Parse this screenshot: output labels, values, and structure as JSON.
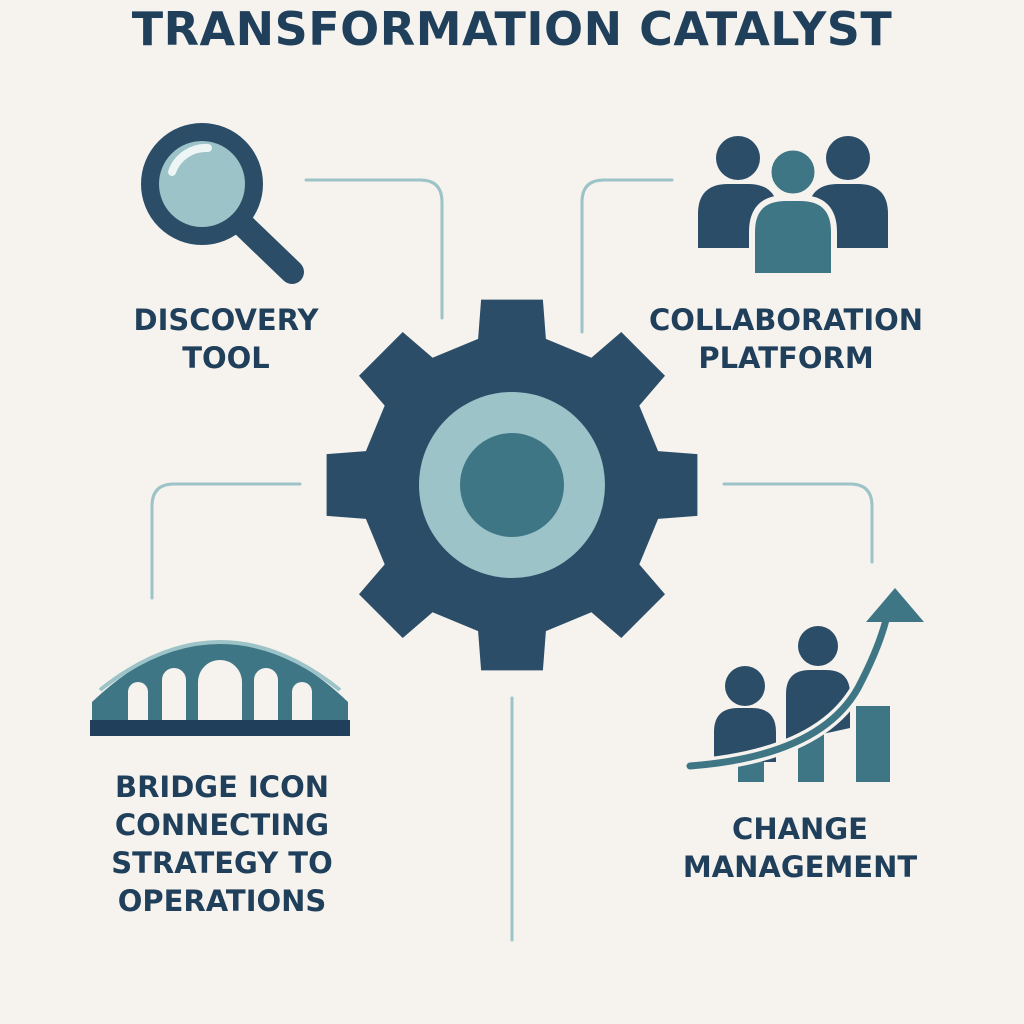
{
  "title": "TRANSFORMATION CATALYST",
  "nodes": [
    {
      "icon": "magnifying-glass-icon",
      "lines": [
        "DISCOVERY",
        "TOOL"
      ]
    },
    {
      "icon": "people-group-icon",
      "lines": [
        "COLLABORATION",
        "PLATFORM"
      ]
    },
    {
      "icon": "bridge-icon",
      "lines": [
        "BRIDGE ICON",
        "CONNECTING",
        "STRATEGY TO",
        "OPERATIONS"
      ]
    },
    {
      "icon": "growth-chart-icon",
      "lines": [
        "CHANGE",
        "MANAGEMENT"
      ]
    }
  ],
  "hub": {
    "icon": "gear-icon"
  },
  "colors": {
    "background": "#f6f3ee",
    "navy": "#1f3f5b",
    "teal": "#3f7686",
    "light_teal": "#9cc3c7",
    "connector": "#9cc3c7"
  }
}
